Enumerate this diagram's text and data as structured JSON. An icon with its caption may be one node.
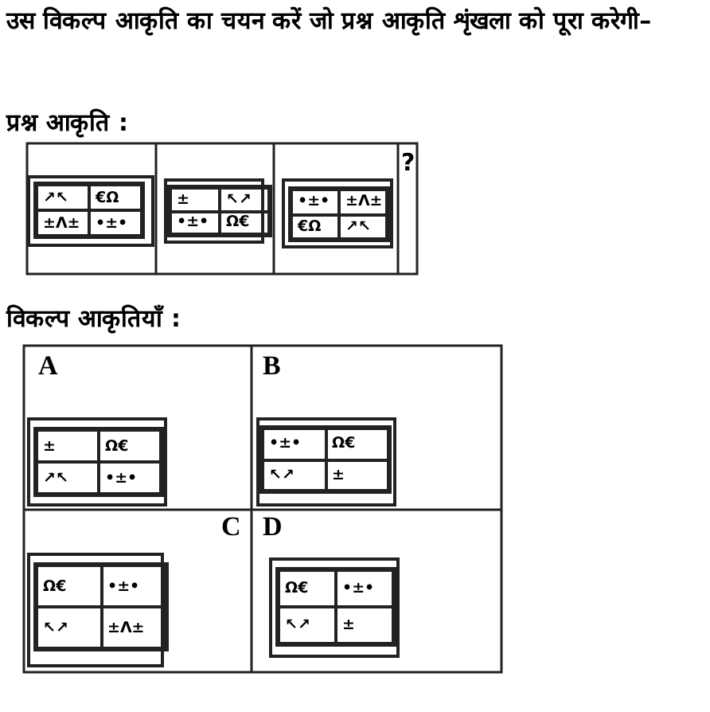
{
  "diagram": {
    "title": "उस विकल्प आकृति का चयन करें जो प्रश्न आकृति शृंखला को पूरा करेगी–",
    "labels": [
      "प्रश्न आकृति :",
      "↗↖",
      "€Ω",
      "±Λ±",
      "•±•",
      "±",
      "↖↗",
      "•±•",
      "Ω€",
      "•±•",
      "±Λ±",
      "€Ω",
      "↗↖",
      "?",
      "विकल्प आकृतियाँ :",
      "A",
      "±",
      "Ω€",
      "↗↖",
      "•±•",
      "B",
      "•±•",
      "Ω€",
      "↖↗",
      "±",
      "C",
      "Ω€",
      "•±•",
      "↖↗",
      "±Λ±",
      "D",
      "Ω€",
      "•±•",
      "↖↗",
      "±"
    ]
  }
}
